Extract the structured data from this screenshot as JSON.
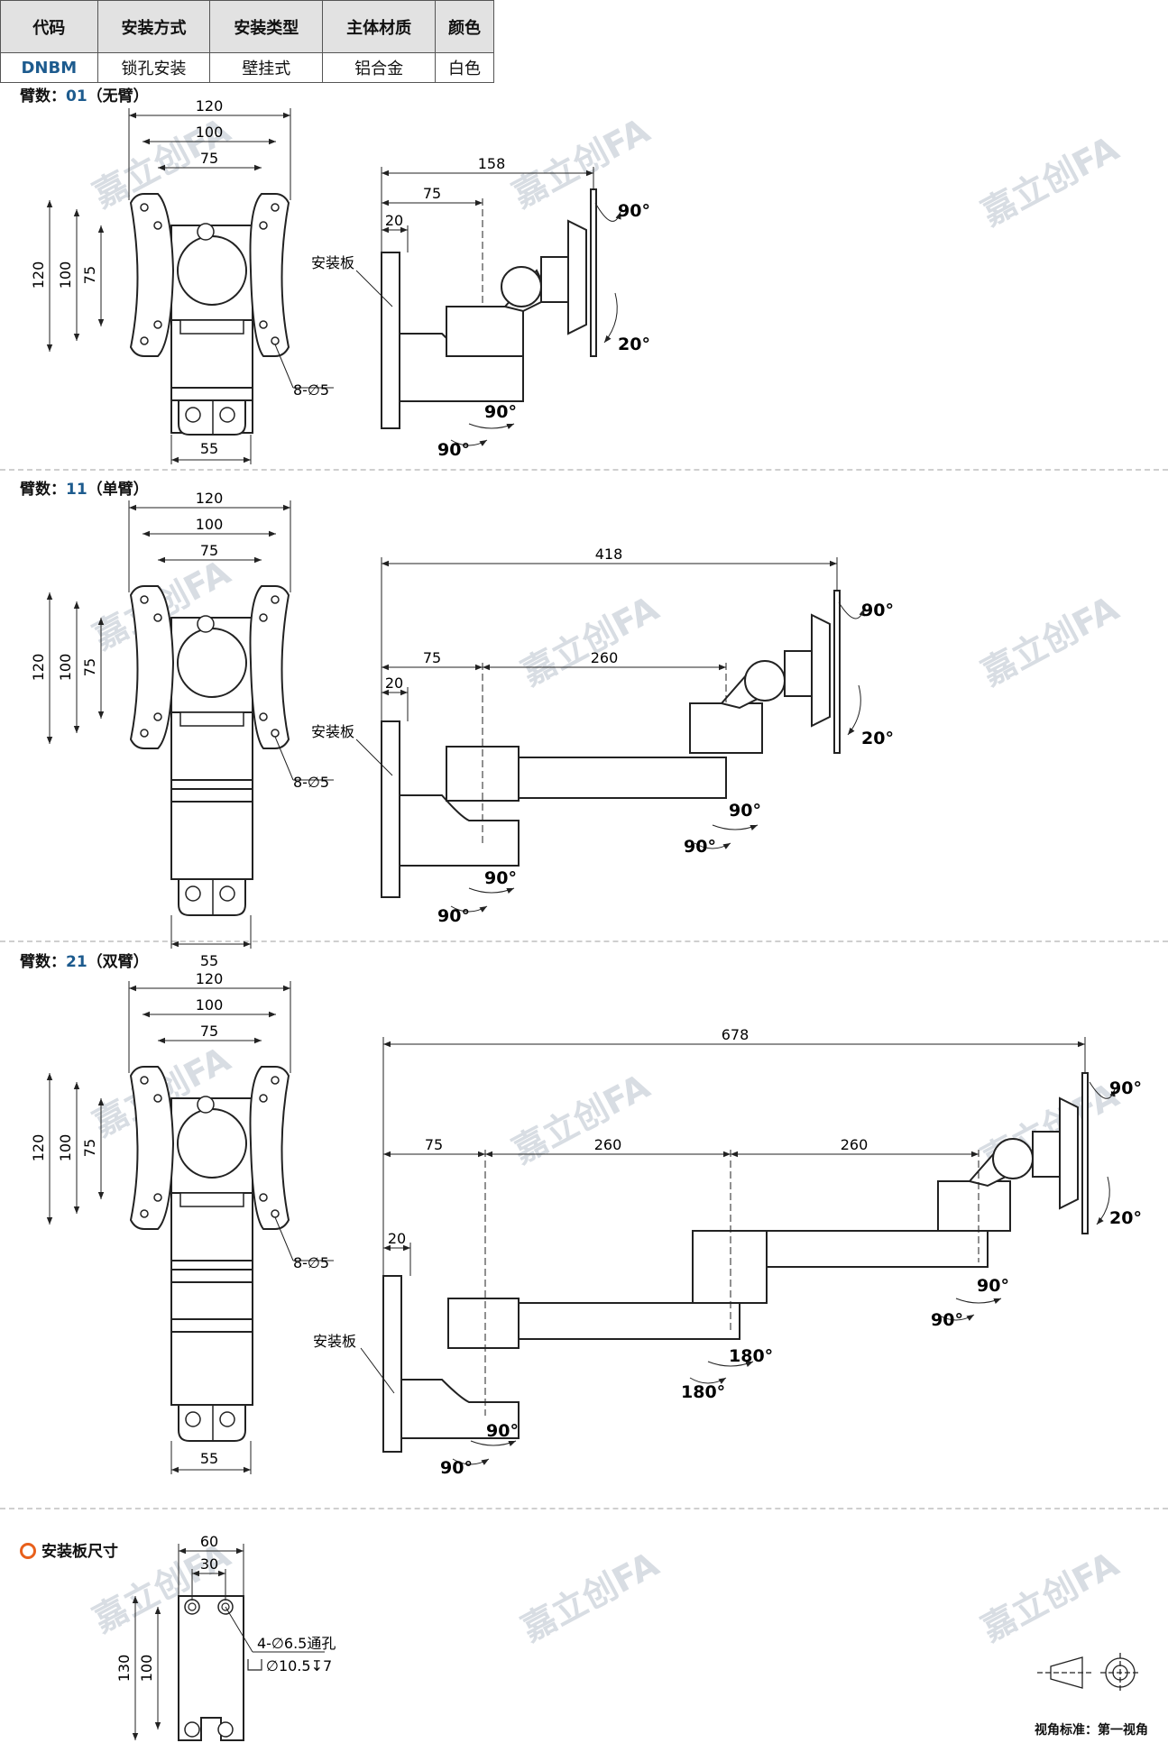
{
  "table": {
    "headers": [
      "代码",
      "安装方式",
      "安装类型",
      "主体材质",
      "颜色"
    ],
    "row": [
      "DNBM",
      "锁孔安装",
      "壁挂式",
      "铝合金",
      "白色"
    ]
  },
  "sections": [
    {
      "title_prefix": "臂数：",
      "title_num": "01",
      "title_suffix": "（无臂）",
      "front": {
        "w120": "120",
        "w100": "100",
        "w75": "75",
        "h120": "120",
        "h100": "100",
        "h75": "75",
        "holes": "8-∅5",
        "w55": "55"
      },
      "side": {
        "total": "158",
        "d75": "75",
        "d20": "20",
        "plate": "安装板",
        "tilt_up": "90°",
        "tilt_down": "20°",
        "rot1": "90°",
        "rot2": "90°"
      }
    },
    {
      "title_prefix": "臂数：",
      "title_num": "11",
      "title_suffix": "（单臂）",
      "front": {
        "w120": "120",
        "w100": "100",
        "w75": "75",
        "h120": "120",
        "h100": "100",
        "h75": "75",
        "holes": "8-∅5",
        "w55": "55"
      },
      "side": {
        "total": "418",
        "d75": "75",
        "d260": "260",
        "d20": "20",
        "plate": "安装板",
        "tilt_up": "90°",
        "tilt_down": "20°",
        "j1a": "90°",
        "j1b": "90°",
        "rot1": "90°",
        "rot2": "90°"
      }
    },
    {
      "title_prefix": "臂数：",
      "title_num": "21",
      "title_suffix": "（双臂）",
      "front": {
        "w120": "120",
        "w100": "100",
        "w75": "75",
        "h120": "120",
        "h100": "100",
        "h75": "75",
        "holes": "8-∅5",
        "w55": "55"
      },
      "side": {
        "total": "678",
        "d75": "75",
        "d260a": "260",
        "d260b": "260",
        "d20": "20",
        "plate": "安装板",
        "tilt_up": "90°",
        "tilt_down": "20°",
        "j2a": "90°",
        "j2b": "90°",
        "j1a": "180°",
        "j1b": "180°",
        "rot1": "90°",
        "rot2": "90°"
      }
    }
  ],
  "plate": {
    "title": "安装板尺寸",
    "w60": "60",
    "w30": "30",
    "h130": "130",
    "h100": "100",
    "holes": "4-∅6.5通孔",
    "cbore": "∅10.5↧7"
  },
  "view_label": "视角标准：第一视角",
  "watermark": "嘉立创FA"
}
